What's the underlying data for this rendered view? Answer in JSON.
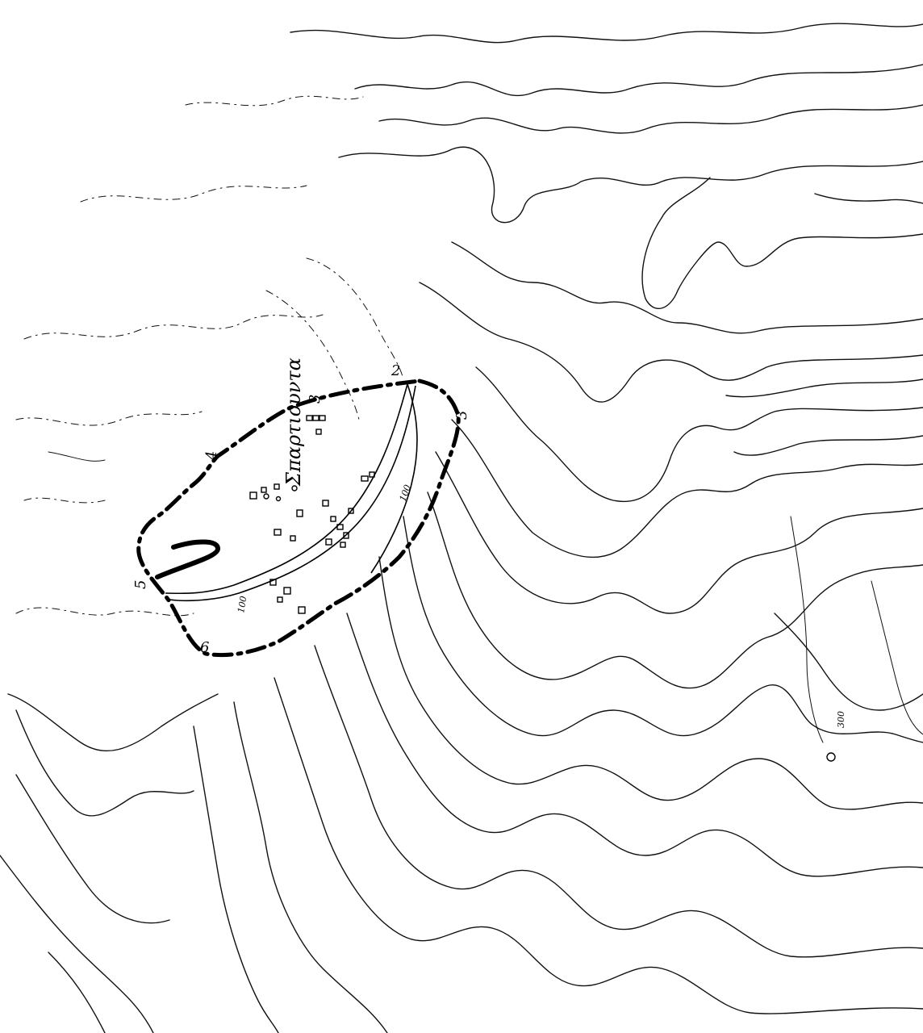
{
  "map": {
    "village_name": "Σπαρτιουντα",
    "boundary_points": [
      "2",
      "3",
      "3",
      "4",
      "5",
      "6"
    ],
    "contour_labels": [
      "100",
      "100"
    ],
    "spot_height": "300"
  }
}
